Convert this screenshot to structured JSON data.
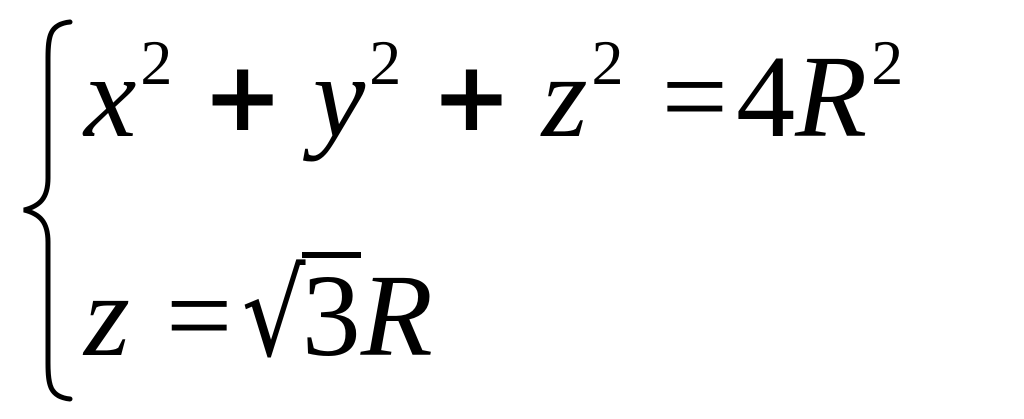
{
  "equation_1": {
    "x": "x",
    "x_exp": "2",
    "plus1": "+",
    "y": "y",
    "y_exp": "2",
    "plus2": "+",
    "z": "z",
    "z_exp": "2",
    "equals": "=",
    "coef": "4",
    "R": "R",
    "R_exp": "2"
  },
  "equation_2": {
    "z": "z",
    "equals": "=",
    "radical": "√",
    "radicand": "3",
    "R": "R"
  }
}
